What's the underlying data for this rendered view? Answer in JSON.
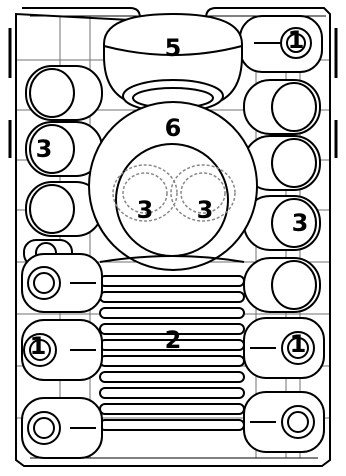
{
  "diagram": {
    "labels": {
      "large_bowl": "5",
      "small_bowl": "6",
      "plate_stack": "2",
      "glass_3_left_upper": "3",
      "glass_3_right_lower": "3",
      "glass_3_inner_left": "3",
      "glass_3_inner_right": "3",
      "mug_1_top_right": "1",
      "mug_1_middle_left": "1",
      "mug_1_middle_right": "1"
    },
    "colors": {
      "line": "#000000",
      "background": "#ffffff",
      "dashed": "#888888"
    }
  }
}
